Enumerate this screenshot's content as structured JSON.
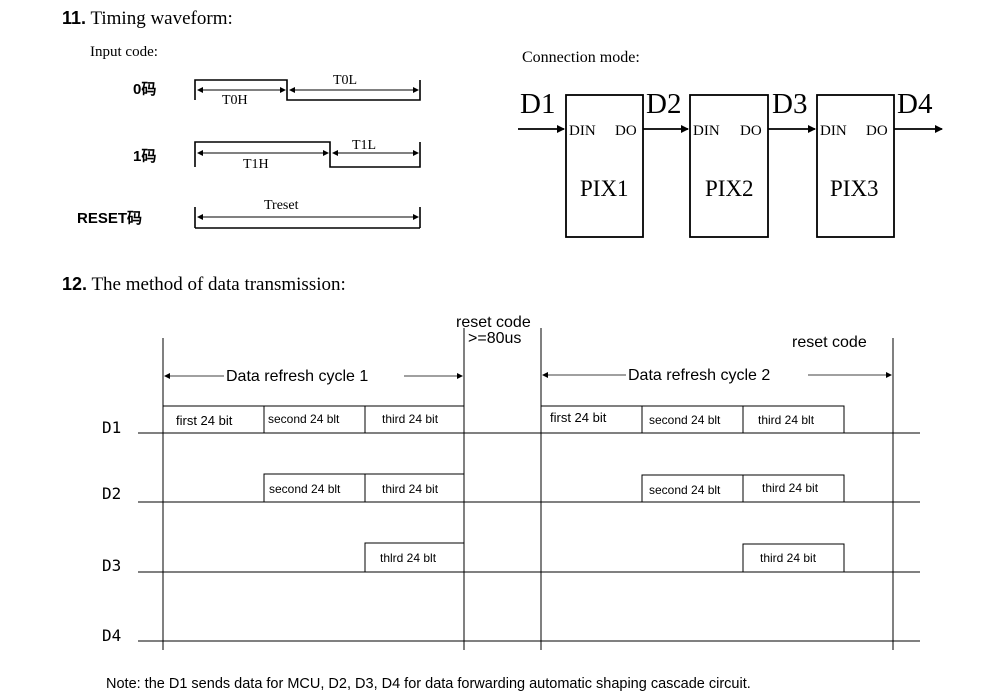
{
  "section11": {
    "number": "11.",
    "title": " Timing waveform:"
  },
  "input_code": {
    "label": "Input code:",
    "codes": [
      {
        "name": "0码",
        "high": "T0H",
        "low": "T0L"
      },
      {
        "name": "1码",
        "high": "T1H",
        "low": "T1L"
      },
      {
        "name": "RESET码",
        "span": "Treset"
      }
    ]
  },
  "connection": {
    "label": "Connection mode:",
    "signals": [
      "D1",
      "D2",
      "D3",
      "D4"
    ],
    "pixels": [
      {
        "name": "PIX1",
        "din": "DIN",
        "do": "DO"
      },
      {
        "name": "PIX2",
        "din": "DIN",
        "do": "DO"
      },
      {
        "name": "PIX3",
        "din": "DIN",
        "do": "DO"
      }
    ]
  },
  "section12": {
    "number": "12.",
    "title": " The method of data transmission:"
  },
  "transmission": {
    "reset_label_1": "reset code",
    "reset_duration": ">=80us",
    "reset_label_2": "reset code",
    "cycle1": "Data refresh cycle 1",
    "cycle2": "Data refresh cycle 2",
    "lines": [
      "D1",
      "D2",
      "D3",
      "D4"
    ],
    "blocks": {
      "c1_d1": [
        "first 24 bit",
        "second 24 blt",
        "third 24 bit"
      ],
      "c1_d2": [
        "second 24 blt",
        "third 24 bit"
      ],
      "c1_d3": [
        "thlrd 24 blt"
      ],
      "c2_d1": [
        "first 24 bit",
        "second 24 blt",
        "third 24 blt"
      ],
      "c2_d2": [
        "second 24 blt",
        "third 24 bit"
      ],
      "c2_d3": [
        "third 24 bit"
      ]
    }
  },
  "note": "Note: the D1 sends data for MCU, D2, D3, D4 for data forwarding automatic shaping cascade circuit."
}
